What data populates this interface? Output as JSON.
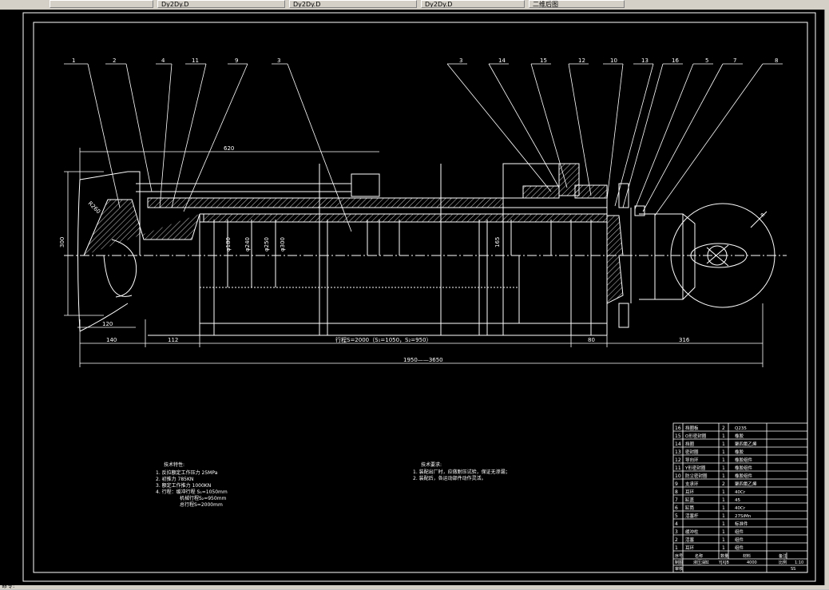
{
  "toolbar": {
    "tabs": [
      "",
      "Dy2Dy.D",
      "Dy2Dy.D",
      "Dy2Dy.D",
      "二维后图"
    ]
  },
  "status": {
    "text": "命令:"
  },
  "drawing": {
    "balloons": [
      "1",
      "2",
      "4",
      "11",
      "9",
      "3",
      "3",
      "14",
      "15",
      "12",
      "10",
      "13",
      "16",
      "5",
      "7",
      "8"
    ],
    "dims": {
      "d620": "620",
      "d300": "300",
      "d120": "120",
      "d140": "140",
      "d112": "112",
      "d80": "80",
      "d316": "316",
      "stroke": "行程S=2000（S₁=1050，S₂=950）",
      "total": "1950——3650",
      "d165": "165",
      "r260": "R260"
    },
    "rod_labels": [
      "φ180",
      "φ240",
      "φ250",
      "φ300"
    ],
    "tech_params": {
      "title": "技术特性:",
      "lines": [
        "1. 反拉额定工作压力   25MPa",
        "2. 初推力   785KN",
        "3. 额定工作推力   1000KN",
        "4. 行程：缓冲行程 S₁=1050mm",
        "机械行程S₂=950mm",
        "总行程S=2000mm"
      ]
    },
    "tech_req": {
      "title": "技术要求:",
      "lines": [
        "1. 装配出厂时，应做耐压试验，保证无渗漏；",
        "2. 装配后，各运动部件动作灵活。"
      ]
    },
    "bom": [
      {
        "no": "16",
        "name": "挡圈板",
        "qty": "2",
        "mat": "Q235"
      },
      {
        "no": "15",
        "name": "O形密封圈",
        "qty": "1",
        "mat": "橡胶"
      },
      {
        "no": "14",
        "name": "挡圈",
        "qty": "1",
        "mat": "聚四氟乙烯"
      },
      {
        "no": "13",
        "name": "密封圈",
        "qty": "1",
        "mat": "橡胶"
      },
      {
        "no": "12",
        "name": "导向环",
        "qty": "1",
        "mat": "橡胶组件"
      },
      {
        "no": "11",
        "name": "Y形密封圈",
        "qty": "1",
        "mat": "橡胶组件"
      },
      {
        "no": "10",
        "name": "防尘密封圈",
        "qty": "1",
        "mat": "橡胶组件"
      },
      {
        "no": "9",
        "name": "支承环",
        "qty": "2",
        "mat": "聚四氟乙烯"
      },
      {
        "no": "8",
        "name": "耳环",
        "qty": "1",
        "mat": "40Cr"
      },
      {
        "no": "7",
        "name": "缸盖",
        "qty": "1",
        "mat": "45"
      },
      {
        "no": "6",
        "name": "缸筒",
        "qty": "1",
        "mat": "40Cr"
      },
      {
        "no": "5",
        "name": "活塞杆",
        "qty": "1",
        "mat": "27SiMn"
      },
      {
        "no": "4",
        "name": "",
        "qty": "1",
        "mat": "标准件"
      },
      {
        "no": "3",
        "name": "缓冲柱",
        "qty": "1",
        "mat": "组件"
      },
      {
        "no": "2",
        "name": "活塞",
        "qty": "1",
        "mat": "组件"
      },
      {
        "no": "1",
        "name": "耳环",
        "qty": "1",
        "mat": "组件"
      }
    ],
    "bom_header": {
      "no": "序号",
      "name": "名称",
      "qty": "数量",
      "mat": "材料",
      "remark": "备注"
    },
    "title_block": {
      "drawn": "制图",
      "check": "审核",
      "title": "液压油缸",
      "code": "YJXJB",
      "scale": "比例",
      "scale_val": "1:10",
      "sheet": "4000",
      "school": "SS"
    }
  }
}
